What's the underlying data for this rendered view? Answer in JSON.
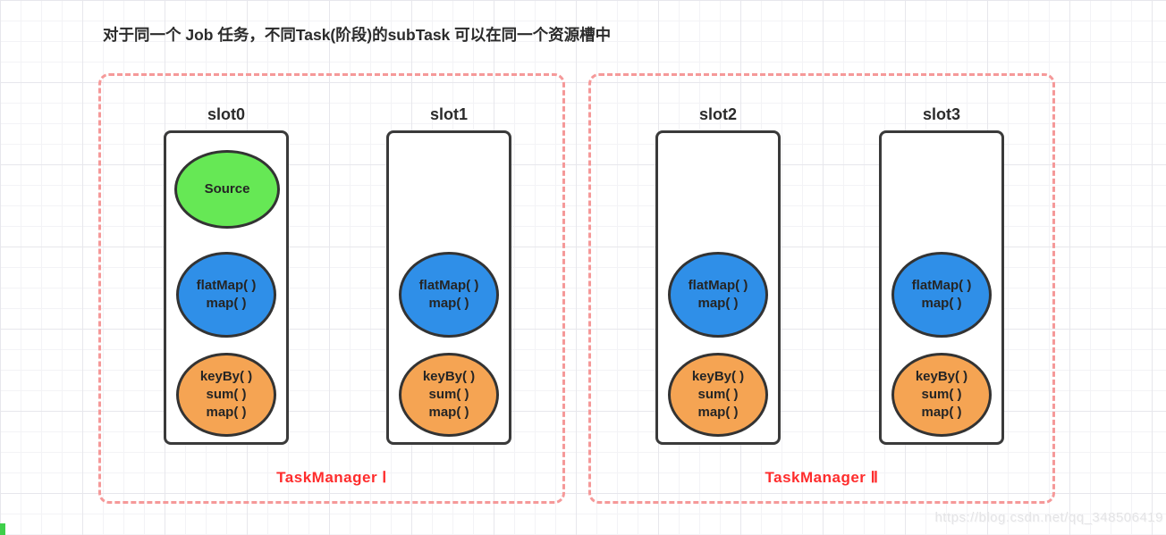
{
  "title": "对于同一个 Job 任务，不同Task(阶段)的subTask 可以在同一个资源槽中",
  "watermark": "https://blog.csdn.net/qq_348506419",
  "colors": {
    "source_fill": "#66e855",
    "transform_fill": "#2f8fe8",
    "aggregate_fill": "#f5a453",
    "shape_border": "#333333",
    "slot_border": "#3a3a3a",
    "taskmanager_border": "#f59999",
    "taskmanager_label": "#fe2c2c"
  },
  "task_managers": [
    {
      "label": "TaskManager Ⅰ",
      "slots": [
        {
          "name": "slot0",
          "tasks": {
            "source": {
              "line1": "Source"
            },
            "transform": {
              "line1": "flatMap( )",
              "line2": "map( )"
            },
            "aggregate": {
              "line1": "keyBy( )",
              "line2": "sum( )",
              "line3": "map( )"
            }
          }
        },
        {
          "name": "slot1",
          "tasks": {
            "transform": {
              "line1": "flatMap( )",
              "line2": "map( )"
            },
            "aggregate": {
              "line1": "keyBy( )",
              "line2": "sum( )",
              "line3": "map( )"
            }
          }
        }
      ]
    },
    {
      "label": "TaskManager Ⅱ",
      "slots": [
        {
          "name": "slot2",
          "tasks": {
            "transform": {
              "line1": "flatMap( )",
              "line2": "map( )"
            },
            "aggregate": {
              "line1": "keyBy( )",
              "line2": "sum( )",
              "line3": "map( )"
            }
          }
        },
        {
          "name": "slot3",
          "tasks": {
            "transform": {
              "line1": "flatMap( )",
              "line2": "map( )"
            },
            "aggregate": {
              "line1": "keyBy( )",
              "line2": "sum( )",
              "line3": "map( )"
            }
          }
        }
      ]
    }
  ]
}
